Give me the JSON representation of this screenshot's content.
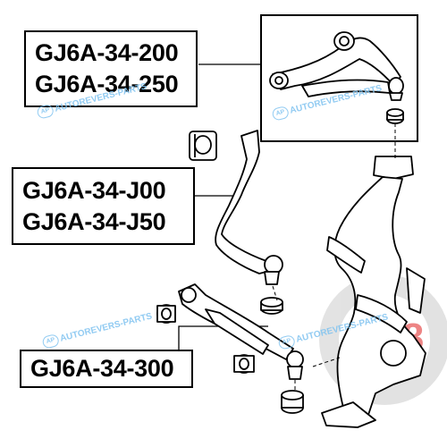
{
  "labels": {
    "upper_arm": [
      "GJ6A-34-200",
      "GJ6A-34-250"
    ],
    "middle_arm": [
      "GJ6A-34-J00",
      "GJ6A-34-J50"
    ],
    "lower_arm": [
      "GJ6A-34-300"
    ]
  },
  "watermark": {
    "text": "AUTOREVERS-PARTS",
    "logo_letters": "AP",
    "color": "#7fc3f0"
  },
  "background_logo": {
    "letters": "R8",
    "color": "#e02020"
  }
}
